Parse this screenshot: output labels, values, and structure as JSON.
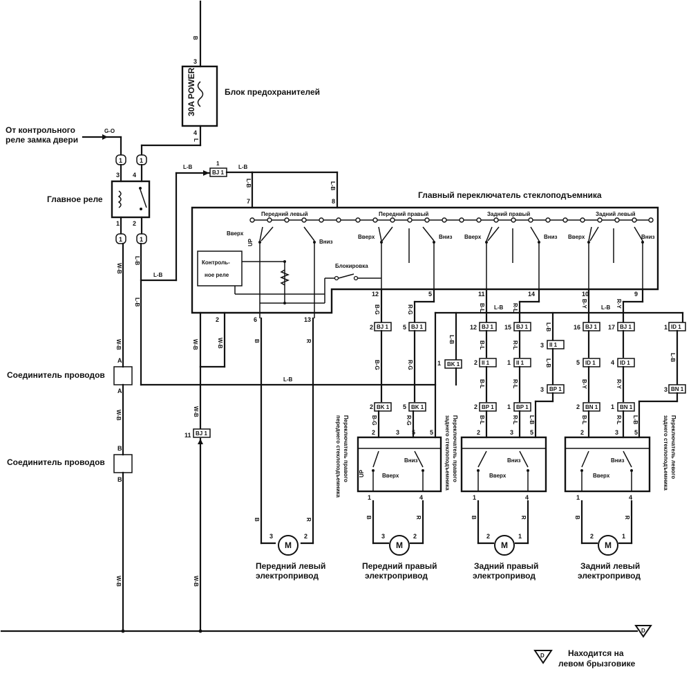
{
  "labels": {
    "fuse_block": "Блок предохранителей",
    "fuse_name": "30A POWER",
    "from_relay_line1": "От контрольного",
    "from_relay_line2": "реле замка двери",
    "main_relay": "Главное реле",
    "main_switch": "Главный переключатель стеклоподъемника",
    "front_left": "Передний левый",
    "front_right": "Передний правый",
    "rear_right": "Задний правый",
    "rear_left": "Задний левый",
    "up": "Вверх",
    "down": "Вниз",
    "up_short": "UP",
    "control_relay_line1": "Контроль-",
    "control_relay_line2": "ное реле",
    "lock": "Блокировка",
    "wire_connector": "Соединитель проводов",
    "motor_fl_line1": "Передний левый",
    "motor_fl_line2": "электропривод",
    "motor_fr_line1": "Передний правый",
    "motor_fr_line2": "электропривод",
    "motor_rr_line1": "Задний правый",
    "motor_rr_line2": "электропривод",
    "motor_rl_line1": "Задний левый",
    "motor_rl_line2": "электропривод",
    "rr_switch_line1": "Переключатель правого",
    "rr_switch_line2": "заднего стеклоподъемника",
    "fr_switch_line1": "Переключатель правого",
    "fr_switch_line2": "переднего стеклоподъемника",
    "rl_switch_line1": "Переключатель левого",
    "rl_switch_line2": "заднего стеклоподъемника",
    "ground_id": "D",
    "ground_note_line1": "Находится на",
    "ground_note_line2": "левом брызговике",
    "motor_letter": "M"
  },
  "wires": {
    "B": "B",
    "L": "L",
    "GO": "G-O",
    "LB": "L-B",
    "WB": "W-B",
    "BG": "B-G",
    "RG": "R-G",
    "BL": "B-L",
    "RL": "R-L",
    "BY": "B-Y",
    "RY": "R-Y",
    "R": "R"
  },
  "connectors": {
    "BJ1": "BJ 1",
    "BK1": "BK 1",
    "II1": "II 1",
    "BP1": "BP 1",
    "ID1": "ID 1",
    "BN1": "BN 1",
    "A": "A",
    "Bc": "B"
  },
  "pins": {
    "p1": "1",
    "p2": "2",
    "p3": "3",
    "p4": "4",
    "p5": "5",
    "p6": "6",
    "p7": "7",
    "p8": "8",
    "p9": "9",
    "p10": "10",
    "p11": "11",
    "p12": "12",
    "p13": "13",
    "p14": "14",
    "p15": "15",
    "p16": "16",
    "p17": "17"
  }
}
